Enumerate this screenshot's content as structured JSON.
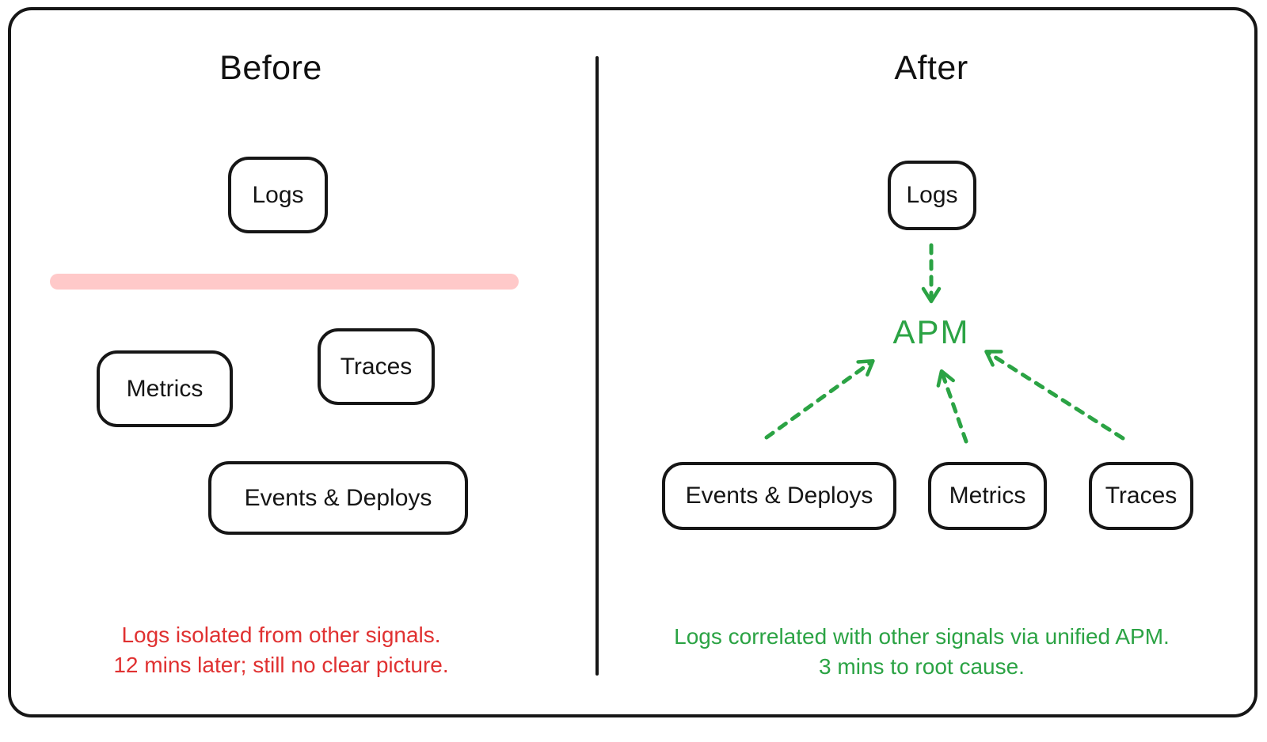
{
  "colors": {
    "green": "#2ba344",
    "red": "#e03131",
    "pink": "#ffc9c9",
    "ink": "#161616"
  },
  "left_panel": {
    "title": "Before",
    "logs_box": "Logs",
    "metrics_box": "Metrics",
    "traces_box": "Traces",
    "events_box": "Events & Deploys",
    "caption_line1": "Logs isolated from other signals.",
    "caption_line2": "12 mins later; still no clear picture."
  },
  "right_panel": {
    "title": "After",
    "logs_box": "Logs",
    "apm_label": "APM",
    "events_box": "Events & Deploys",
    "metrics_box": "Metrics",
    "traces_box": "Traces",
    "caption_line1": "Logs correlated with other signals via unified APM.",
    "caption_line2": "3 mins to root cause."
  }
}
